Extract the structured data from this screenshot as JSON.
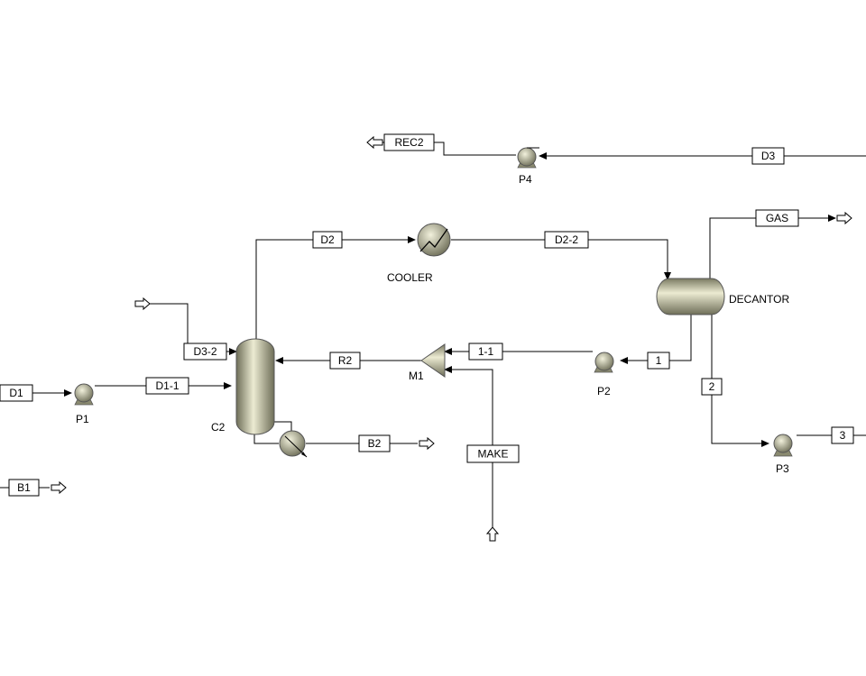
{
  "streams": {
    "rec2": "REC2",
    "d3": "D3",
    "gas": "GAS",
    "d2": "D2",
    "d2_2": "D2-2",
    "d3_2": "D3-2",
    "r2": "R2",
    "s1_1": "1-1",
    "s1": "1",
    "s2": "2",
    "d1": "D1",
    "d1_1": "D1-1",
    "b2": "B2",
    "make": "MAKE",
    "s3": "3",
    "b1": "B1"
  },
  "blocks": {
    "p4": "P4",
    "cooler": "COOLER",
    "decantor": "DECANTOR",
    "m1": "M1",
    "p2": "P2",
    "p1": "P1",
    "c2": "C2",
    "p3": "P3"
  },
  "colors": {
    "equipment_light": "#e6e6c8",
    "equipment_dark": "#6e6e58",
    "line": "#000000"
  }
}
